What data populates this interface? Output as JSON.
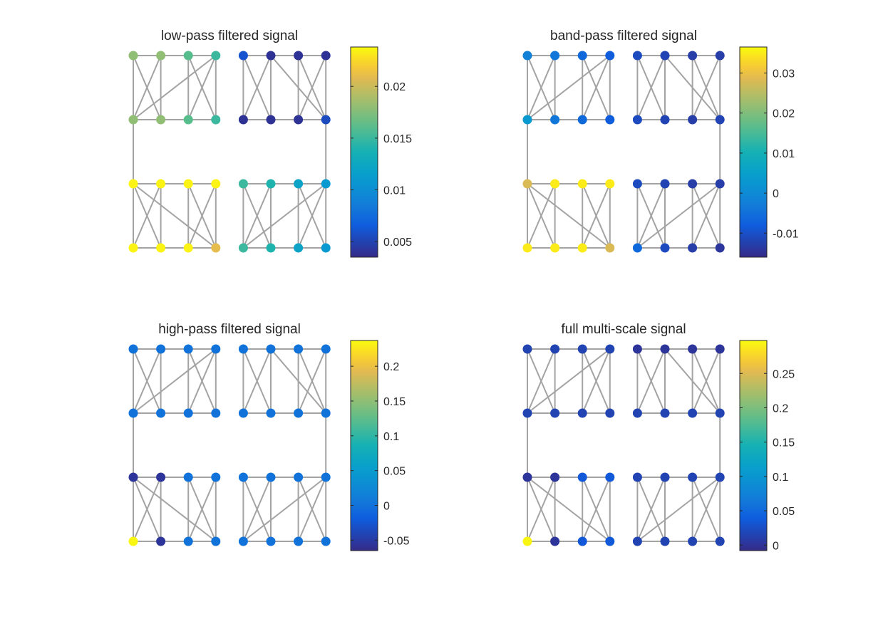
{
  "chart_data": [
    {
      "type": "graph",
      "title": "low-pass filtered signal",
      "colorbar": {
        "range": [
          0.0035,
          0.0238
        ],
        "ticks": [
          0.005,
          0.01,
          0.015,
          0.02
        ],
        "tick_labels": [
          "0.005",
          "0.01",
          "0.015",
          "0.02"
        ]
      },
      "node_values": {
        "A": [
          0.018,
          0.018,
          0.016,
          0.015,
          0.018,
          0.018,
          0.016,
          0.015
        ],
        "B": [
          0.0235,
          0.0235,
          0.0235,
          0.0235,
          0.0235,
          0.0235,
          0.0235,
          0.021
        ],
        "C": [
          0.006,
          0.004,
          0.004,
          0.004,
          0.004,
          0.004,
          0.004,
          0.0055
        ],
        "D": [
          0.015,
          0.014,
          0.012,
          0.011,
          0.015,
          0.014,
          0.012,
          0.011
        ]
      }
    },
    {
      "type": "graph",
      "title": "band-pass filtered signal",
      "colorbar": {
        "range": [
          -0.016,
          0.0365
        ],
        "ticks": [
          -0.01,
          0,
          0.01,
          0.02,
          0.03
        ],
        "tick_labels": [
          "-0.01",
          "0",
          "0.01",
          "0.02",
          "0.03"
        ]
      },
      "node_values": {
        "A": [
          -0.002,
          -0.004,
          -0.006,
          -0.008,
          0.003,
          -0.004,
          -0.006,
          -0.008
        ],
        "B": [
          0.028,
          0.035,
          0.035,
          0.035,
          0.035,
          0.035,
          0.035,
          0.028
        ],
        "C": [
          -0.011,
          -0.012,
          -0.013,
          -0.013,
          -0.011,
          -0.012,
          -0.013,
          -0.012
        ],
        "D": [
          -0.011,
          -0.012,
          -0.013,
          -0.013,
          -0.006,
          -0.011,
          -0.013,
          -0.014
        ]
      }
    },
    {
      "type": "graph",
      "title": "high-pass filtered signal",
      "colorbar": {
        "range": [
          -0.065,
          0.237
        ],
        "ticks": [
          -0.05,
          0,
          0.05,
          0.1,
          0.15,
          0.2
        ],
        "tick_labels": [
          "-0.05",
          "0",
          "0.05",
          "0.1",
          "0.15",
          "0.2"
        ]
      },
      "node_values": {
        "A": [
          0,
          0,
          0,
          0,
          0,
          0,
          0,
          0
        ],
        "B": [
          -0.055,
          -0.055,
          0,
          0,
          0.235,
          -0.055,
          0,
          0
        ],
        "C": [
          0,
          0,
          0,
          0,
          0,
          0,
          0,
          0
        ],
        "D": [
          0,
          0,
          0,
          0,
          0,
          0,
          0,
          0
        ]
      }
    },
    {
      "type": "graph",
      "title": "full multi-scale signal",
      "colorbar": {
        "range": [
          -0.008,
          0.298
        ],
        "ticks": [
          0,
          0.05,
          0.1,
          0.15,
          0.2,
          0.25
        ],
        "tick_labels": [
          "0",
          "0.05",
          "0.1",
          "0.15",
          "0.2",
          "0.25"
        ]
      },
      "node_values": {
        "A": [
          0.015,
          0.015,
          0.015,
          0.015,
          0.015,
          0.015,
          0.015,
          0.015
        ],
        "B": [
          0.002,
          0.002,
          0.035,
          0.035,
          0.295,
          0.002,
          0.035,
          0.035
        ],
        "C": [
          0.002,
          0.002,
          0.002,
          0.002,
          0.015,
          0.015,
          0.015,
          0.015
        ],
        "D": [
          0.015,
          0.015,
          0.015,
          0.015,
          0.015,
          0.015,
          0.015,
          0.015
        ]
      }
    }
  ]
}
